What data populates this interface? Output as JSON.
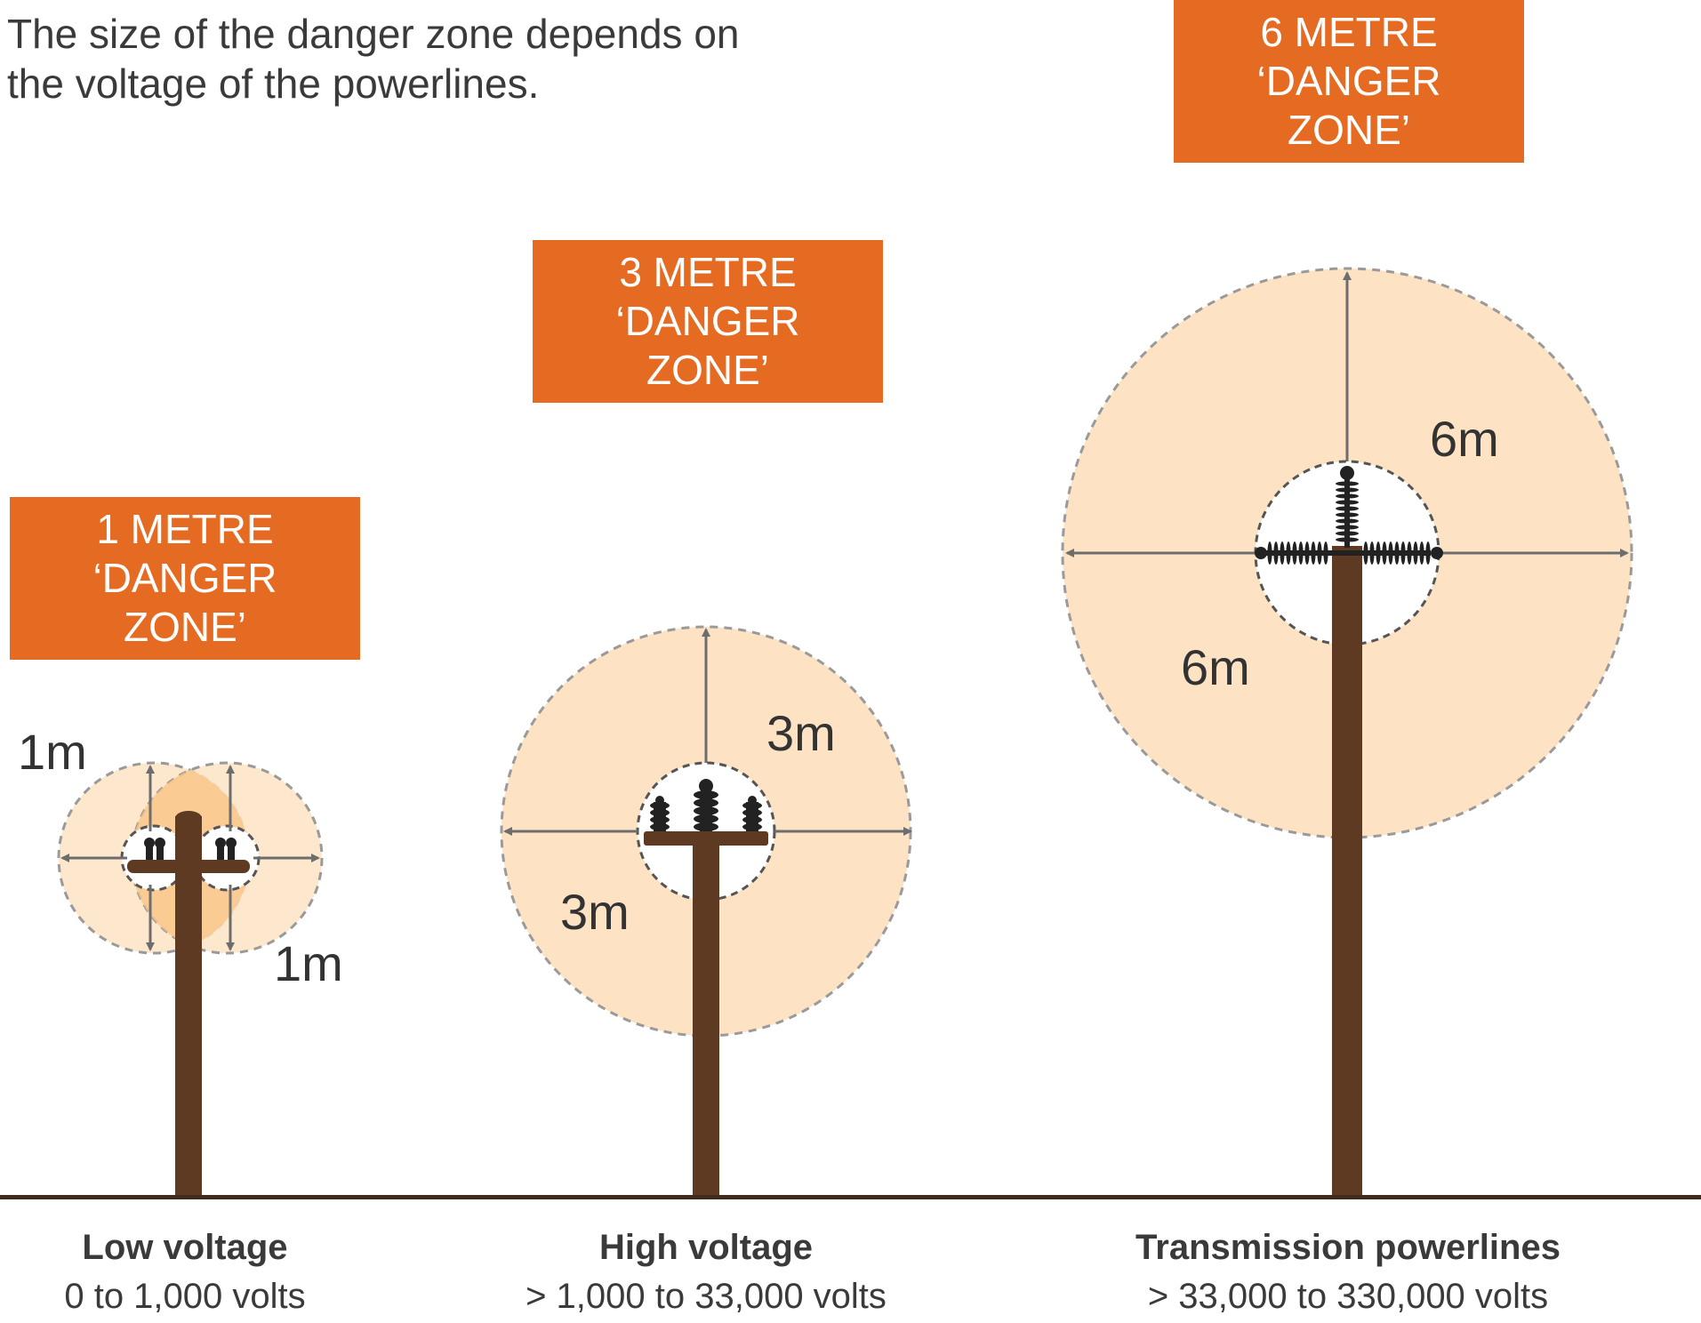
{
  "intro": {
    "line1": "The size of the danger zone depends on",
    "line2": "the voltage of the powerlines."
  },
  "zones": [
    {
      "distance_m": 1,
      "label_line1": "1 METRE",
      "label_line2": "‘DANGER",
      "label_line3": "ZONE’",
      "dist_label_a": "1m",
      "dist_label_b": "1m",
      "category": "Low voltage",
      "voltage_range": "0 to 1,000 volts"
    },
    {
      "distance_m": 3,
      "label_line1": "3 METRE",
      "label_line2": "‘DANGER",
      "label_line3": "ZONE’",
      "dist_label_a": "3m",
      "dist_label_b": "3m",
      "category": "High voltage",
      "voltage_range": "> 1,000 to 33,000 volts"
    },
    {
      "distance_m": 6,
      "label_line1": "6 METRE",
      "label_line2": "‘DANGER",
      "label_line3": "ZONE’",
      "dist_label_a": "6m",
      "dist_label_b": "6m",
      "category": "Transmission powerlines",
      "voltage_range": "> 33,000 to 330,000 volts"
    }
  ],
  "colors": {
    "label_box": "#e56a22",
    "zone_fill": "#fde3c4",
    "pole": "#5e3a22",
    "ground": "#3f2a1c",
    "arrow": "#6d6d6d",
    "dashed_outline": "#9a9a9a"
  }
}
